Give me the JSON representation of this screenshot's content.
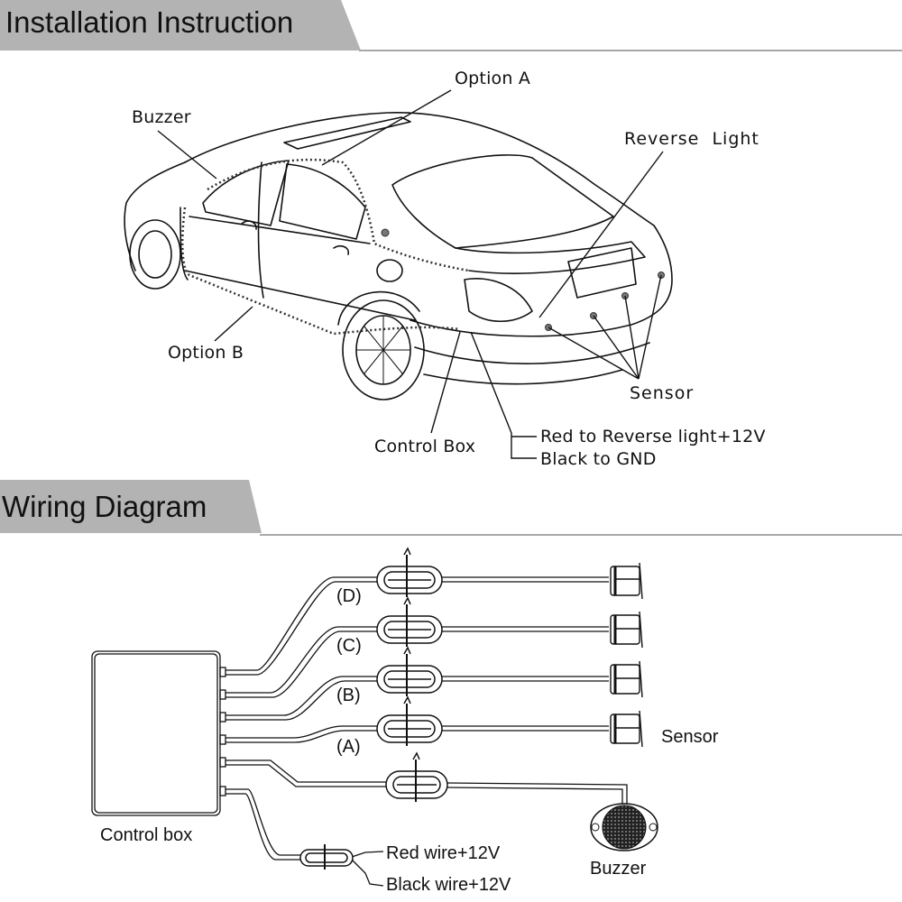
{
  "sections": {
    "installation": {
      "title": "Installation Instruction"
    },
    "wiring": {
      "title": "Wiring Diagram"
    }
  },
  "installation_labels": {
    "option_a": "Option A",
    "buzzer": "Buzzer",
    "reverse_light": "Reverse  Light",
    "option_b": "Option B",
    "sensor": "Sensor",
    "control_box": "Control Box",
    "red_wire": "Red to Reverse light+12V",
    "black_wire": "Black to GND"
  },
  "wiring_labels": {
    "channels": [
      "(D)",
      "(C)",
      "(B)",
      "(A)"
    ],
    "sensor": "Sensor",
    "control_box": "Control box",
    "buzzer": "Buzzer",
    "red_wire": "Red wire+12V",
    "black_wire": "Black wire+12V"
  },
  "colors": {
    "banner": "#b3b3b3",
    "line": "#111111",
    "rule": "#a8a8a8"
  }
}
